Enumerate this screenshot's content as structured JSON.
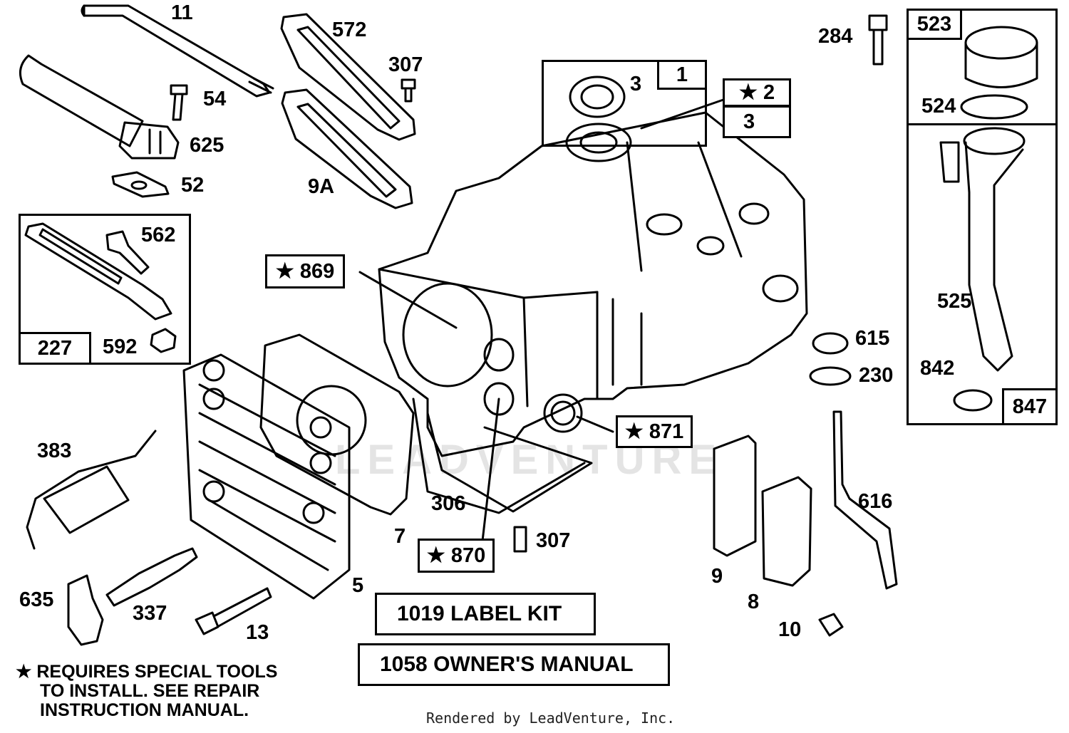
{
  "labels": {
    "l11": "11",
    "l54": "54",
    "l625": "625",
    "l52": "52",
    "l572": "572",
    "l307a": "307",
    "l9a": "9A",
    "l562": "562",
    "l592": "592",
    "l227": "227",
    "l3a": "3",
    "l1": "1",
    "l2": "2",
    "l3b": "3",
    "l284": "284",
    "l523": "523",
    "l524": "524",
    "l525": "525",
    "l842": "842",
    "l847": "847",
    "l869": "869",
    "l871": "871",
    "l870": "870",
    "l615": "615",
    "l230": "230",
    "l616": "616",
    "l383": "383",
    "l306": "306",
    "l7": "7",
    "l307b": "307",
    "l5": "5",
    "l9": "9",
    "l8": "8",
    "l10": "10",
    "l635": "635",
    "l337": "337",
    "l13": "13"
  },
  "kits": {
    "label_kit": "1019 LABEL KIT",
    "owners_manual": "1058 OWNER'S MANUAL"
  },
  "note": {
    "line1": "REQUIRES SPECIAL TOOLS",
    "line2": "TO INSTALL.  SEE REPAIR",
    "line3": "INSTRUCTION MANUAL."
  },
  "watermark": "LEADVENTURE",
  "credit": "Rendered by LeadVenture, Inc."
}
